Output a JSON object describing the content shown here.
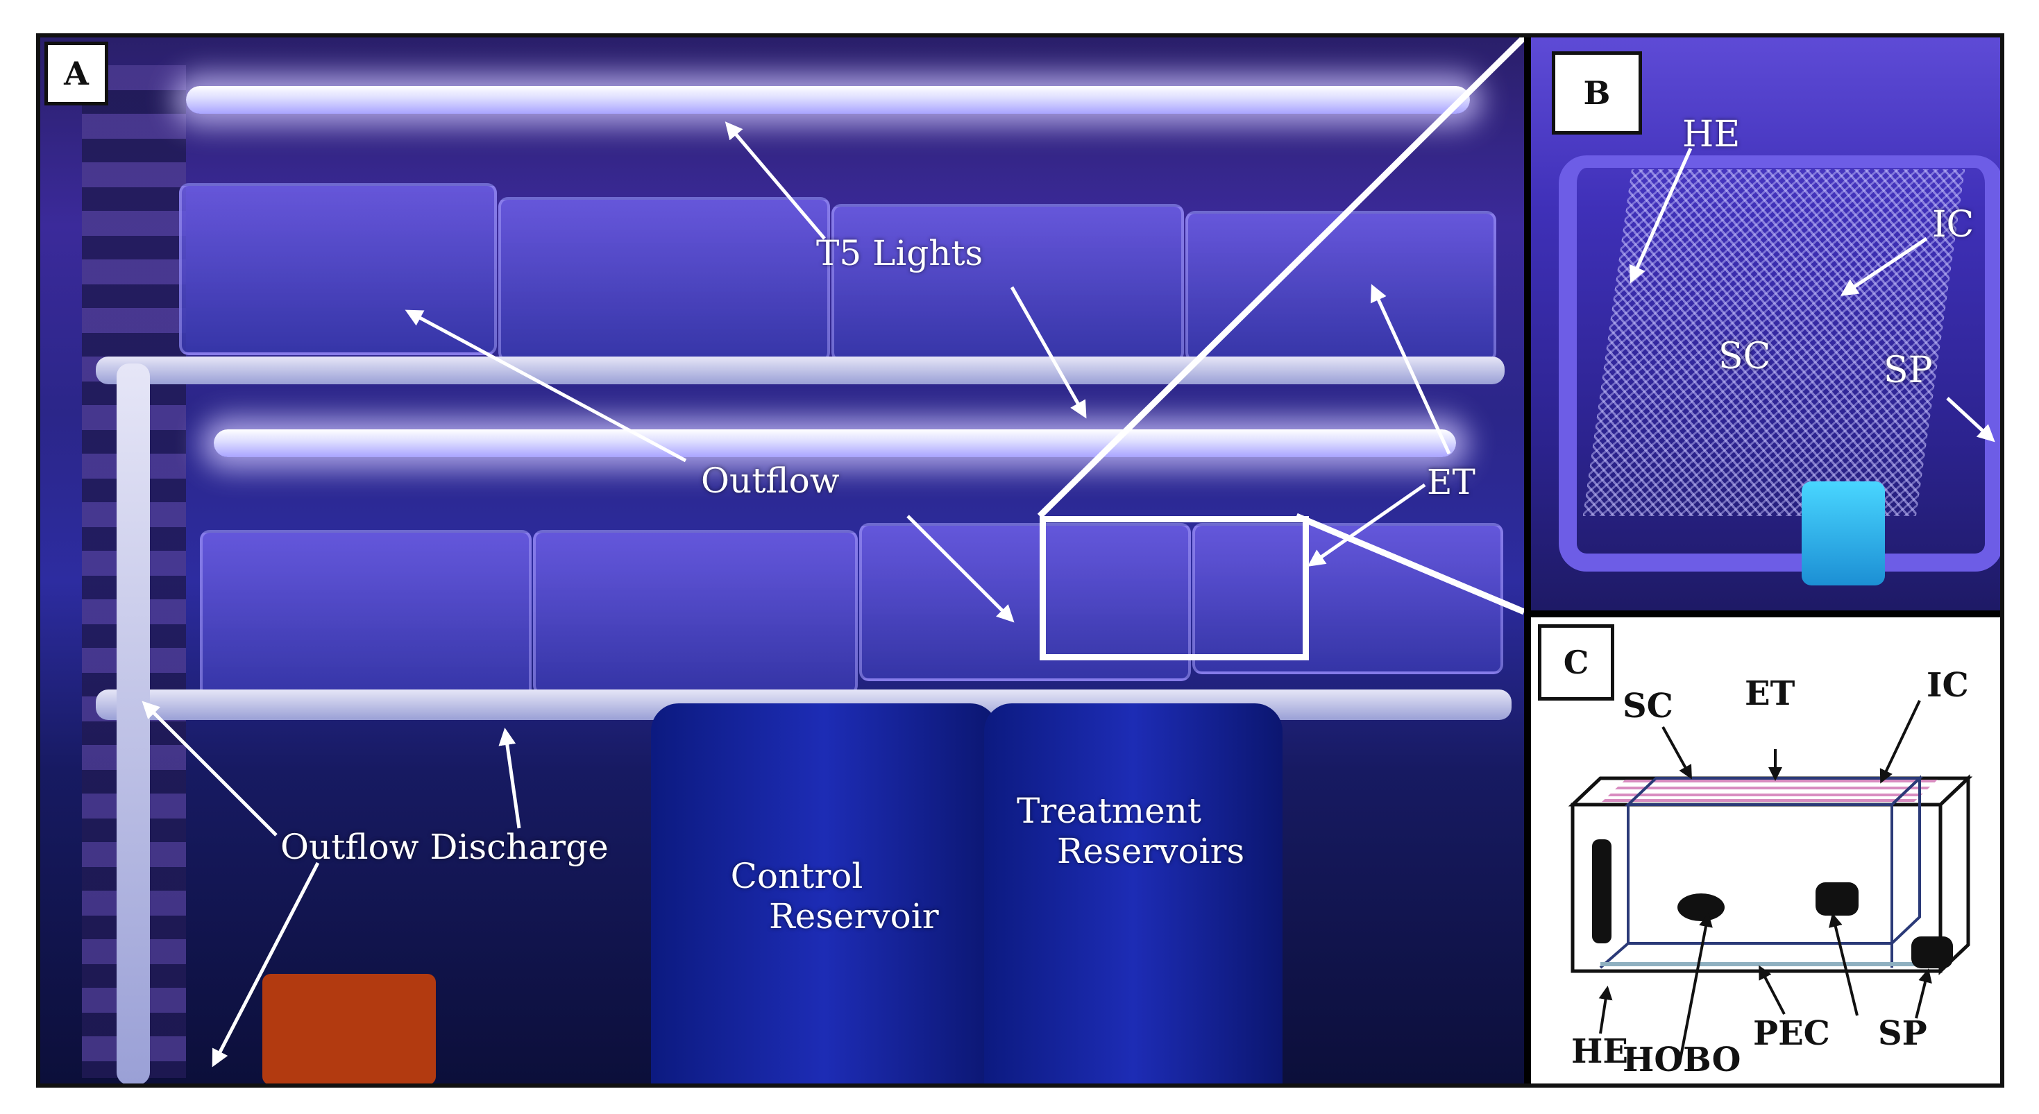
{
  "panels": {
    "a": {
      "letter": "A"
    },
    "b": {
      "letter": "B"
    },
    "c": {
      "letter": "C"
    }
  },
  "photo_a_labels": {
    "t5_lights": "T5 Lights",
    "outflow": "Outflow",
    "et": "ET",
    "outflow_discharge": "Outflow Discharge",
    "control_reservoir_line1": "Control",
    "control_reservoir_line2": "Reservoir",
    "treatment_reservoirs_line1": "Treatment",
    "treatment_reservoirs_line2": "Reservoirs"
  },
  "photo_b_labels": {
    "he": "HE",
    "ic": "IC",
    "sc": "SC",
    "sp": "SP"
  },
  "diagram_c_labels": {
    "sc": "SC",
    "et": "ET",
    "ic": "IC",
    "he": "HE",
    "pec": "PEC",
    "sp": "SP",
    "hobo": "HOBO"
  },
  "colors": {
    "frame": "#111111",
    "label_text_photo": "#ffffff",
    "label_text_diagram": "#111111",
    "diagram_inner_box": "#2b3a78",
    "diagram_stripes": "#d88cc0"
  }
}
